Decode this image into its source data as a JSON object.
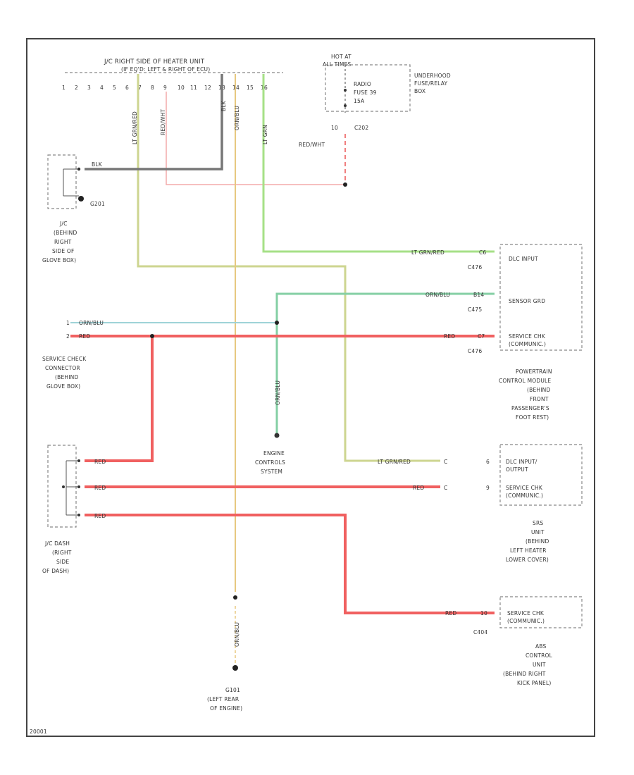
{
  "diagram": {
    "heater_unit": {
      "title": "J/C RIGHT SIDE OF HEATER UNIT",
      "subtitle": "(IF EQ'D: LEFT & RIGHT OF ECU)",
      "pins": [
        "1",
        "2",
        "3",
        "4",
        "5",
        "6",
        "7",
        "8",
        "9",
        "10",
        "11",
        "12",
        "13",
        "14",
        "15",
        "16"
      ],
      "wire_labels": [
        "LT GRN/RED",
        "RED/WHT",
        "BLK",
        "ORN/BLU",
        "LT GRN"
      ]
    },
    "fuse": {
      "label1": "HOT AT",
      "label2": "ALL TIMES",
      "fuse_text": [
        "RADIO",
        "FUSE 39",
        "15A"
      ],
      "box_label": [
        "UNDERHOOD",
        "FUSE/RELAY",
        "BOX"
      ],
      "connector_pin": "10",
      "connector": "C202",
      "wire": "RED/WHT"
    },
    "jc_glove": {
      "wire": "BLK",
      "ground": "G201",
      "label": [
        "J/C",
        "(BEHIND",
        "RIGHT",
        "SIDE OF",
        "GLOVE BOX)"
      ]
    },
    "service_check": {
      "pin1": "1",
      "pin1_wire": "ORN/BLU",
      "pin2": "2",
      "pin2_wire": "RED",
      "label": [
        "SERVICE CHECK",
        "CONNECTOR",
        "(BEHIND",
        "GLOVE BOX)"
      ]
    },
    "pcm": {
      "rows": [
        {
          "wire": "LT GRN/RED",
          "pin": "C6",
          "connector": "C476",
          "label": "DLC INPUT"
        },
        {
          "wire": "ORN/BLU",
          "pin": "B14",
          "connector": "C475",
          "label": "SENSOR GRD"
        },
        {
          "wire": "RED",
          "pin": "C7",
          "connector": "C476",
          "label": "SERVICE CHK",
          "label2": "(COMMUNIC.)"
        }
      ],
      "label": [
        "POWERTRAIN",
        "CONTROL MODULE",
        "(BEHIND",
        "FRONT",
        "PASSENGER'S",
        "FOOT REST)"
      ]
    },
    "engine_controls": {
      "wire": "ORN/BLU",
      "label": [
        "ENGINE",
        "CONTROLS",
        "SYSTEM"
      ]
    },
    "jc_dash": {
      "wires": [
        "RED",
        "RED",
        "RED"
      ],
      "label": [
        "J/C DASH",
        "(RIGHT",
        "SIDE",
        "OF DASH)"
      ]
    },
    "srs": {
      "rows": [
        {
          "wire": "LT GRN/RED",
          "connector": "C",
          "pin": "6",
          "label": "DLC INPUT/",
          "label2": "OUTPUT"
        },
        {
          "wire": "RED",
          "connector": "C",
          "pin": "9",
          "label": "SERVICE CHK",
          "label2": "(COMMUNIC.)"
        }
      ],
      "label": [
        "SRS",
        "UNIT",
        "(BEHIND",
        "LEFT HEATER",
        "LOWER COVER)"
      ]
    },
    "abs": {
      "wire": "RED",
      "pin": "10",
      "connector": "C404",
      "label": "SERVICE CHK",
      "label2": "(COMMUNIC.)",
      "unit_label": [
        "ABS",
        "CONTROL",
        "UNIT",
        "(BEHIND RIGHT",
        "KICK PANEL)"
      ]
    },
    "g101": {
      "wire": "ORN/BLU",
      "ground": "G101",
      "label": [
        "(LEFT REAR",
        "OF ENGINE)"
      ]
    },
    "footer_code": "20001"
  }
}
